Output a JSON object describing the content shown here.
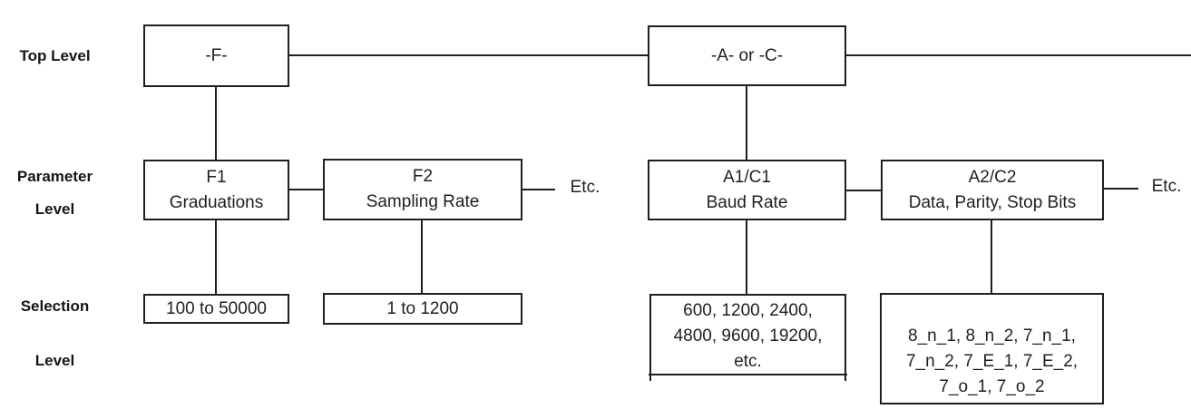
{
  "labels": {
    "top_level": "Top Level",
    "parameter_line1": "Parameter",
    "parameter_line2": "Level",
    "selection_line1": "Selection",
    "selection_line2": "Level"
  },
  "top_level": {
    "f_box": "-F-",
    "ac_box": "-A- or -C-"
  },
  "parameter_level": {
    "f1": {
      "code": "F1",
      "name": "Graduations"
    },
    "f2": {
      "code": "F2",
      "name": "Sampling Rate"
    },
    "f_etc": "Etc.",
    "a1c1": {
      "code": "A1/C1",
      "name": "Baud Rate"
    },
    "a2c2": {
      "code": "A2/C2",
      "name": "Data, Parity, Stop Bits"
    },
    "ac_etc": "Etc."
  },
  "selection_level": {
    "f1_range": "100 to 50000",
    "f2_range": "1 to 1200",
    "baud_values": [
      "600, 1200, 2400,",
      "4800, 9600, 19200,",
      "etc."
    ],
    "parity_values": [
      "8_n_1, 8_n_2, 7_n_1,",
      "7_n_2, 7_E_1, 7_E_2,",
      "7_o_1, 7_o_2"
    ]
  },
  "colors": {
    "line": "#1f1f1f",
    "text": "#1f1f1f",
    "background": "#ffffff"
  }
}
